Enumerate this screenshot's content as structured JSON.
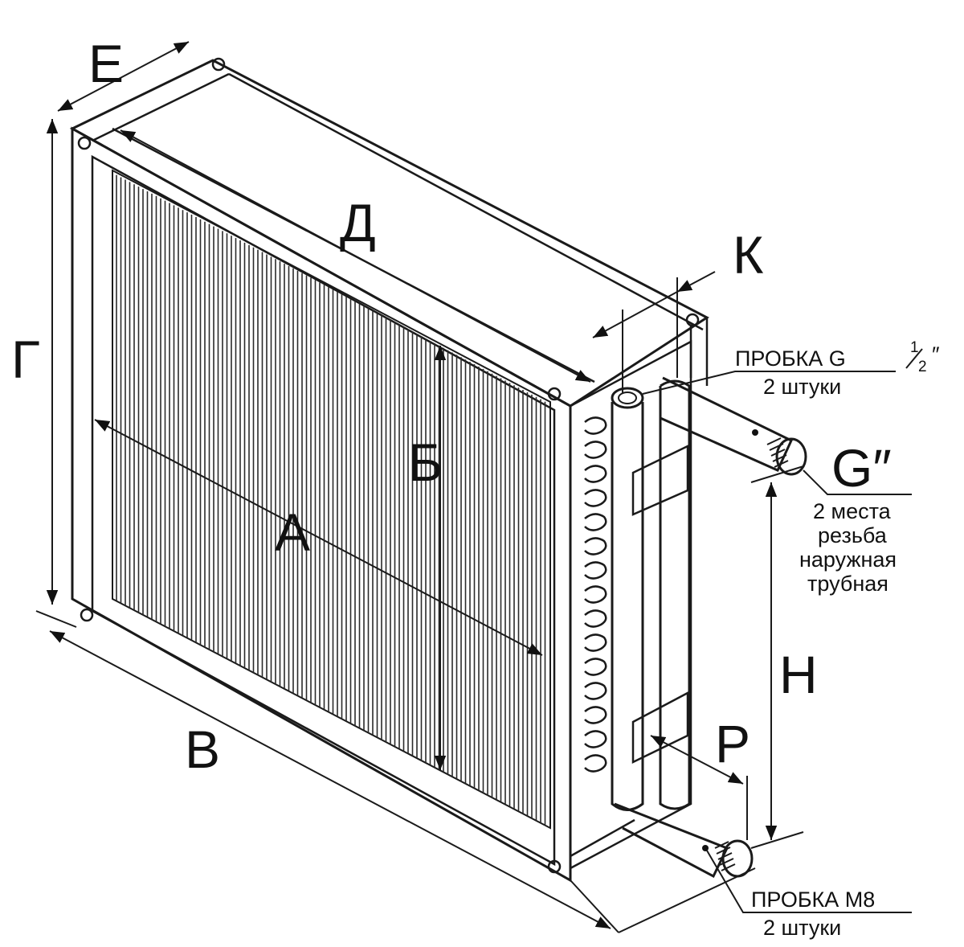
{
  "dimensions": {
    "A": "А",
    "B": "Б",
    "V": "В",
    "G": "Г",
    "D": "Д",
    "E": "Е",
    "K": "К",
    "N": "Н",
    "P": "Р"
  },
  "callouts": {
    "plug_g_half": {
      "line1": "ПРОБКА G",
      "fraction_num": "1",
      "fraction_den": "2",
      "quote": "″",
      "line2": "2 штуки"
    },
    "thread": {
      "label": "G″",
      "line1": "2 места",
      "line2": "резьба",
      "line3": "наружная",
      "line4": "трубная"
    },
    "plug_m8": {
      "line1": "ПРОБКА М8",
      "line2": "2 штуки"
    }
  }
}
